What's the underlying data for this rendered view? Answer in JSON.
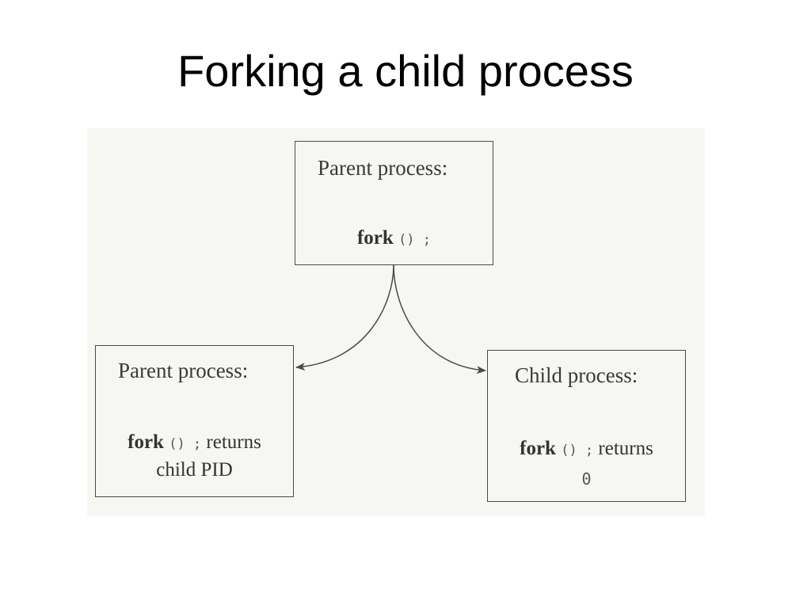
{
  "slide": {
    "title": "Forking a child process"
  },
  "diagram": {
    "top_box": {
      "label": "Parent process:",
      "call_keyword": "fork",
      "call_suffix": "() ;"
    },
    "left_box": {
      "label": "Parent process:",
      "call_keyword": "fork",
      "call_suffix": "() ;",
      "returns_text": "returns",
      "return_value": "child PID"
    },
    "right_box": {
      "label": "Child process:",
      "call_keyword": "fork",
      "call_suffix": "() ;",
      "returns_text": "returns",
      "return_value": "0"
    },
    "colors": {
      "stroke": "#4a4a4a",
      "figure_background": "#f6f6f3"
    }
  }
}
